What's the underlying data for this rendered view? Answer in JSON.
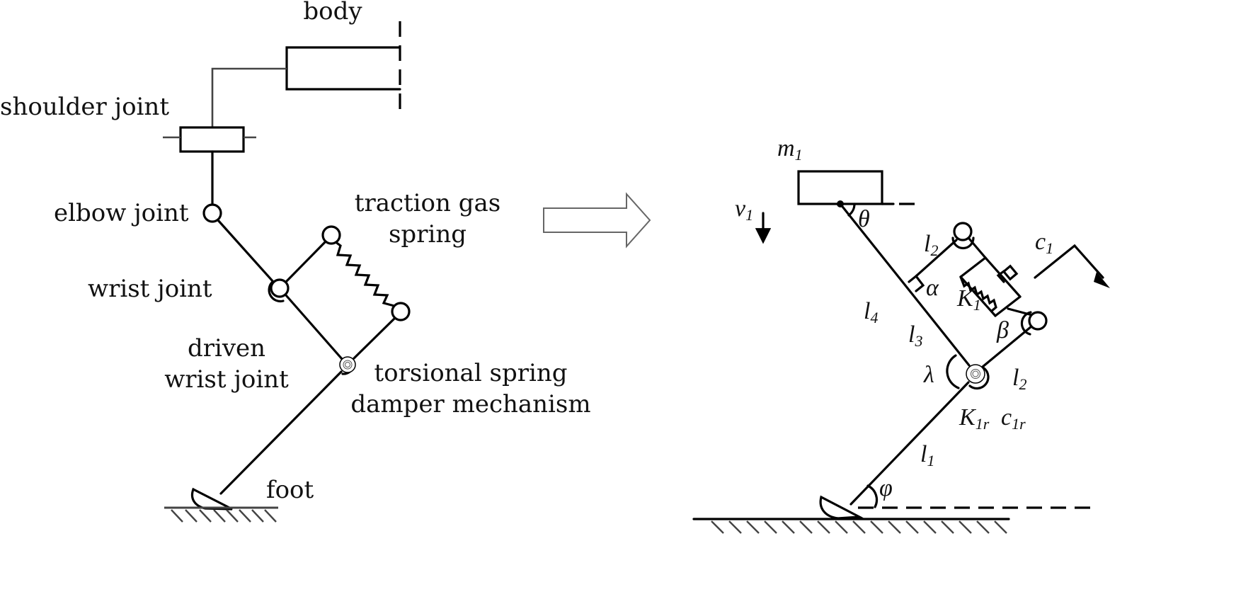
{
  "left_diagram": {
    "title": "physical leg mechanism",
    "labels": {
      "body": "body",
      "shoulder_joint": "shoulder joint",
      "elbow_joint": "elbow joint",
      "traction_gas_spring_line1": "traction gas",
      "traction_gas_spring_line2": "spring",
      "wrist_joint": "wrist joint",
      "driven_wrist_joint_line1": "driven",
      "driven_wrist_joint_line2": "wrist joint",
      "torsional_line1": "torsional spring",
      "torsional_line2": "damper mechanism",
      "foot": "foot"
    }
  },
  "transition_arrow": "right-hollow-arrow",
  "right_diagram": {
    "title": "equivalent dynamic model",
    "symbols": {
      "m1": {
        "base": "m",
        "sub": "1"
      },
      "v1": {
        "base": "v",
        "sub": "1"
      },
      "theta": {
        "base": "θ"
      },
      "l2_upper": {
        "base": "l",
        "sub": "2"
      },
      "c1": {
        "base": "c",
        "sub": "1"
      },
      "alpha": {
        "base": "α"
      },
      "K1": {
        "base": "K",
        "sub": "1"
      },
      "l4": {
        "base": "l",
        "sub": "4"
      },
      "l3": {
        "base": "l",
        "sub": "3"
      },
      "beta": {
        "base": "β"
      },
      "lambda": {
        "base": "λ"
      },
      "l2_lower": {
        "base": "l",
        "sub": "2"
      },
      "K1r": {
        "base": "K",
        "sub": "1",
        "subi": "r"
      },
      "c1r": {
        "base": "c",
        "sub": "1",
        "subi": "r"
      },
      "l1": {
        "base": "l",
        "sub": "1"
      },
      "phi": {
        "base": "φ"
      }
    }
  }
}
